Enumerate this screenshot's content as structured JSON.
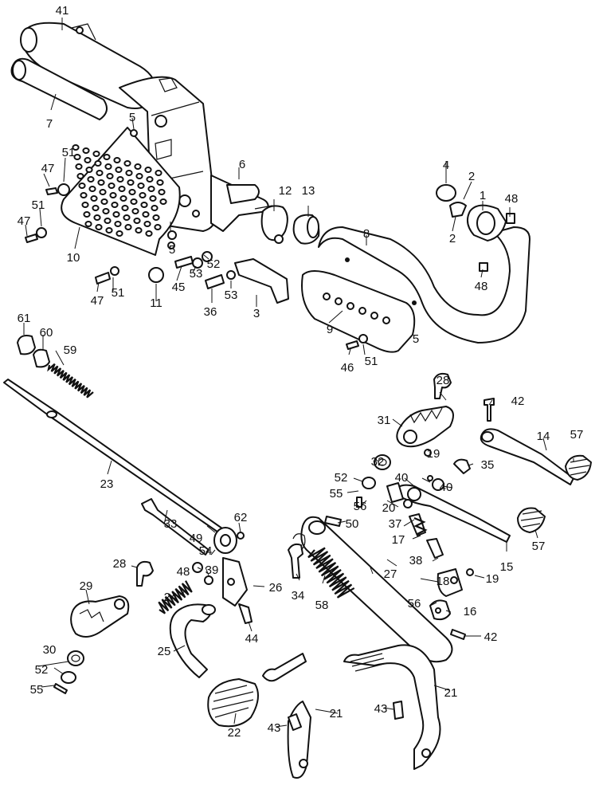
{
  "diagram": {
    "callouts": [
      "1",
      "2",
      "3",
      "4",
      "5",
      "6",
      "7",
      "8",
      "9",
      "10",
      "11",
      "12",
      "13",
      "14",
      "15",
      "16",
      "17",
      "18",
      "19",
      "20",
      "21",
      "22",
      "23",
      "24",
      "25",
      "26",
      "27",
      "28",
      "29",
      "30",
      "31",
      "32",
      "33",
      "34",
      "35",
      "36",
      "37",
      "38",
      "39",
      "40",
      "41",
      "42",
      "43",
      "44",
      "45",
      "46",
      "47",
      "48",
      "49",
      "50",
      "51",
      "52",
      "53",
      "54",
      "55",
      "56",
      "57",
      "58",
      "59",
      "60",
      "61",
      "62"
    ]
  }
}
